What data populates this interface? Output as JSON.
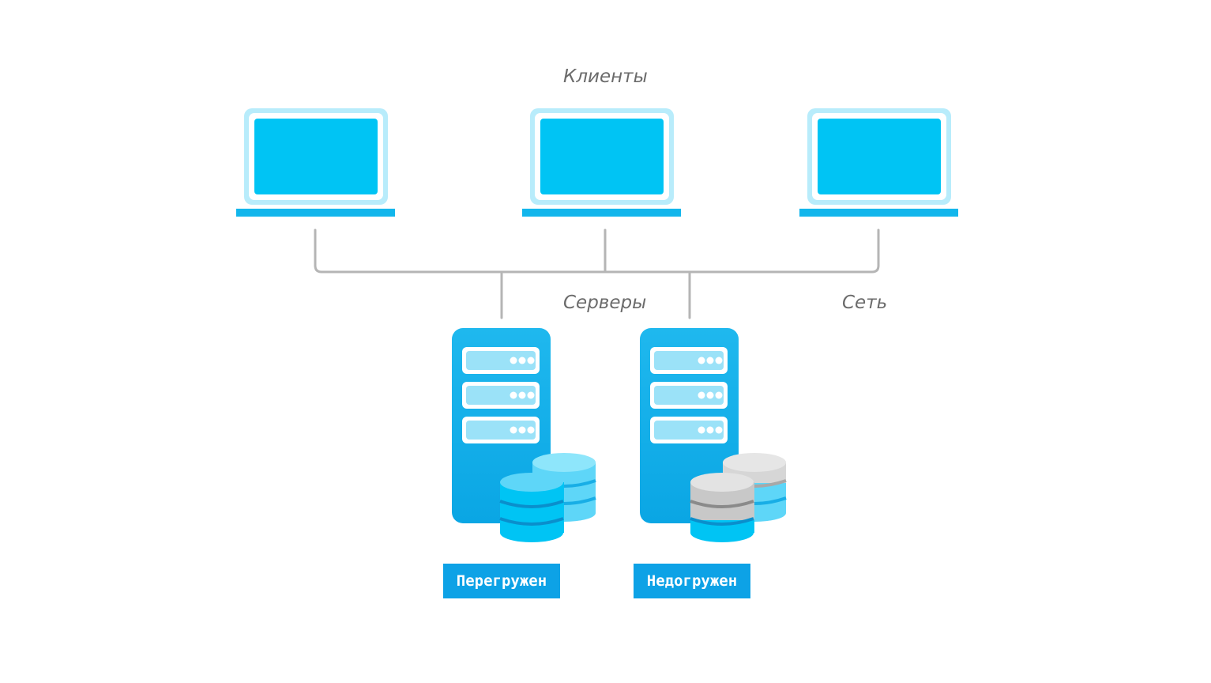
{
  "labels": {
    "clients": "Клиенты",
    "servers": "Серверы",
    "network": "Сеть"
  },
  "servers": [
    {
      "status": "Перегружен",
      "db_color": "#00c4f4"
    },
    {
      "status": "Недогружен",
      "db_color": "#c8c8c8"
    }
  ],
  "colors": {
    "accent": "#0da2e6",
    "screen": "#00c4f4",
    "screen_frame": "#8fe0f8",
    "line": "#b5b5b5",
    "label_text": "#6b6b6b"
  }
}
